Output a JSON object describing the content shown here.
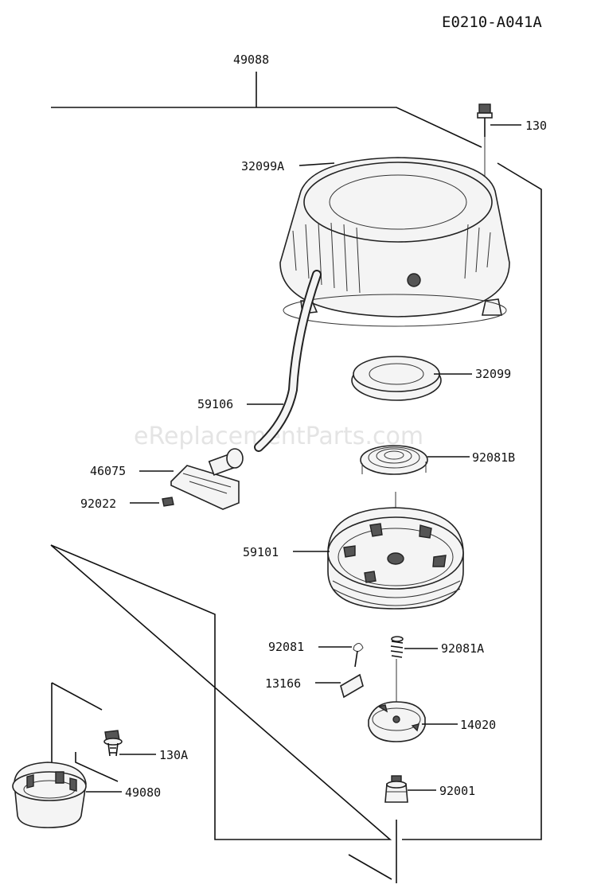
{
  "diagram_code": "E0210-A041A",
  "watermark": "eReplacementParts.com",
  "parts": [
    {
      "id": "p49088",
      "label": "49088"
    },
    {
      "id": "p130",
      "label": "130"
    },
    {
      "id": "p32099A",
      "label": "32099A"
    },
    {
      "id": "p32099",
      "label": "32099"
    },
    {
      "id": "p59106",
      "label": "59106"
    },
    {
      "id": "p46075",
      "label": "46075"
    },
    {
      "id": "p92081B",
      "label": "92081B"
    },
    {
      "id": "p92022",
      "label": "92022"
    },
    {
      "id": "p59101",
      "label": "59101"
    },
    {
      "id": "p92081",
      "label": "92081"
    },
    {
      "id": "p92081A",
      "label": "92081A"
    },
    {
      "id": "p13166",
      "label": "13166"
    },
    {
      "id": "p14020",
      "label": "14020"
    },
    {
      "id": "p130A",
      "label": "130A"
    },
    {
      "id": "p49080",
      "label": "49080"
    },
    {
      "id": "p92001",
      "label": "92001"
    }
  ]
}
